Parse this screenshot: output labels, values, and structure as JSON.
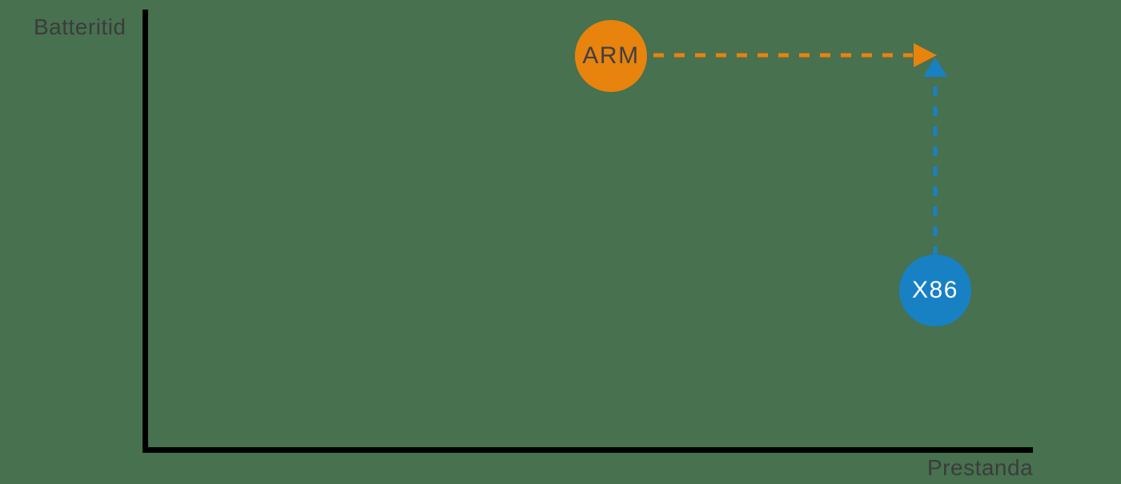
{
  "axes": {
    "y_label": "Batteritid",
    "x_label": "Prestanda"
  },
  "nodes": [
    {
      "id": "arm",
      "label": "ARM"
    },
    {
      "id": "x86",
      "label": "X86"
    }
  ],
  "colors": {
    "background_green": "#47714F",
    "axis_black": "#000000",
    "label_gray": "#3C3C3C",
    "arm_orange": "#E8830D",
    "arm_text_gray": "#3F3F46",
    "x86_blue": "#1881C4",
    "x86_text_white": "#FFFFFF"
  },
  "chart_data": {
    "type": "scatter",
    "title": "",
    "xlabel": "Prestanda",
    "ylabel": "Batteritid",
    "x_range": [
      0,
      1
    ],
    "y_range": [
      0,
      1
    ],
    "grid": false,
    "legend": false,
    "points": [
      {
        "label": "ARM",
        "x": 0.53,
        "y": 0.89,
        "color": "#E8830D"
      },
      {
        "label": "X86",
        "x": 0.89,
        "y": 0.36,
        "color": "#1881C4"
      }
    ],
    "annotations": [
      {
        "type": "dashed_arrow",
        "from_label": "ARM",
        "direction": "right",
        "to": {
          "x": 0.89,
          "y": 0.89
        },
        "color": "#E8830D"
      },
      {
        "type": "dashed_arrow",
        "from_label": "X86",
        "direction": "up",
        "to": {
          "x": 0.89,
          "y": 0.89
        },
        "color": "#1881C4"
      }
    ]
  }
}
